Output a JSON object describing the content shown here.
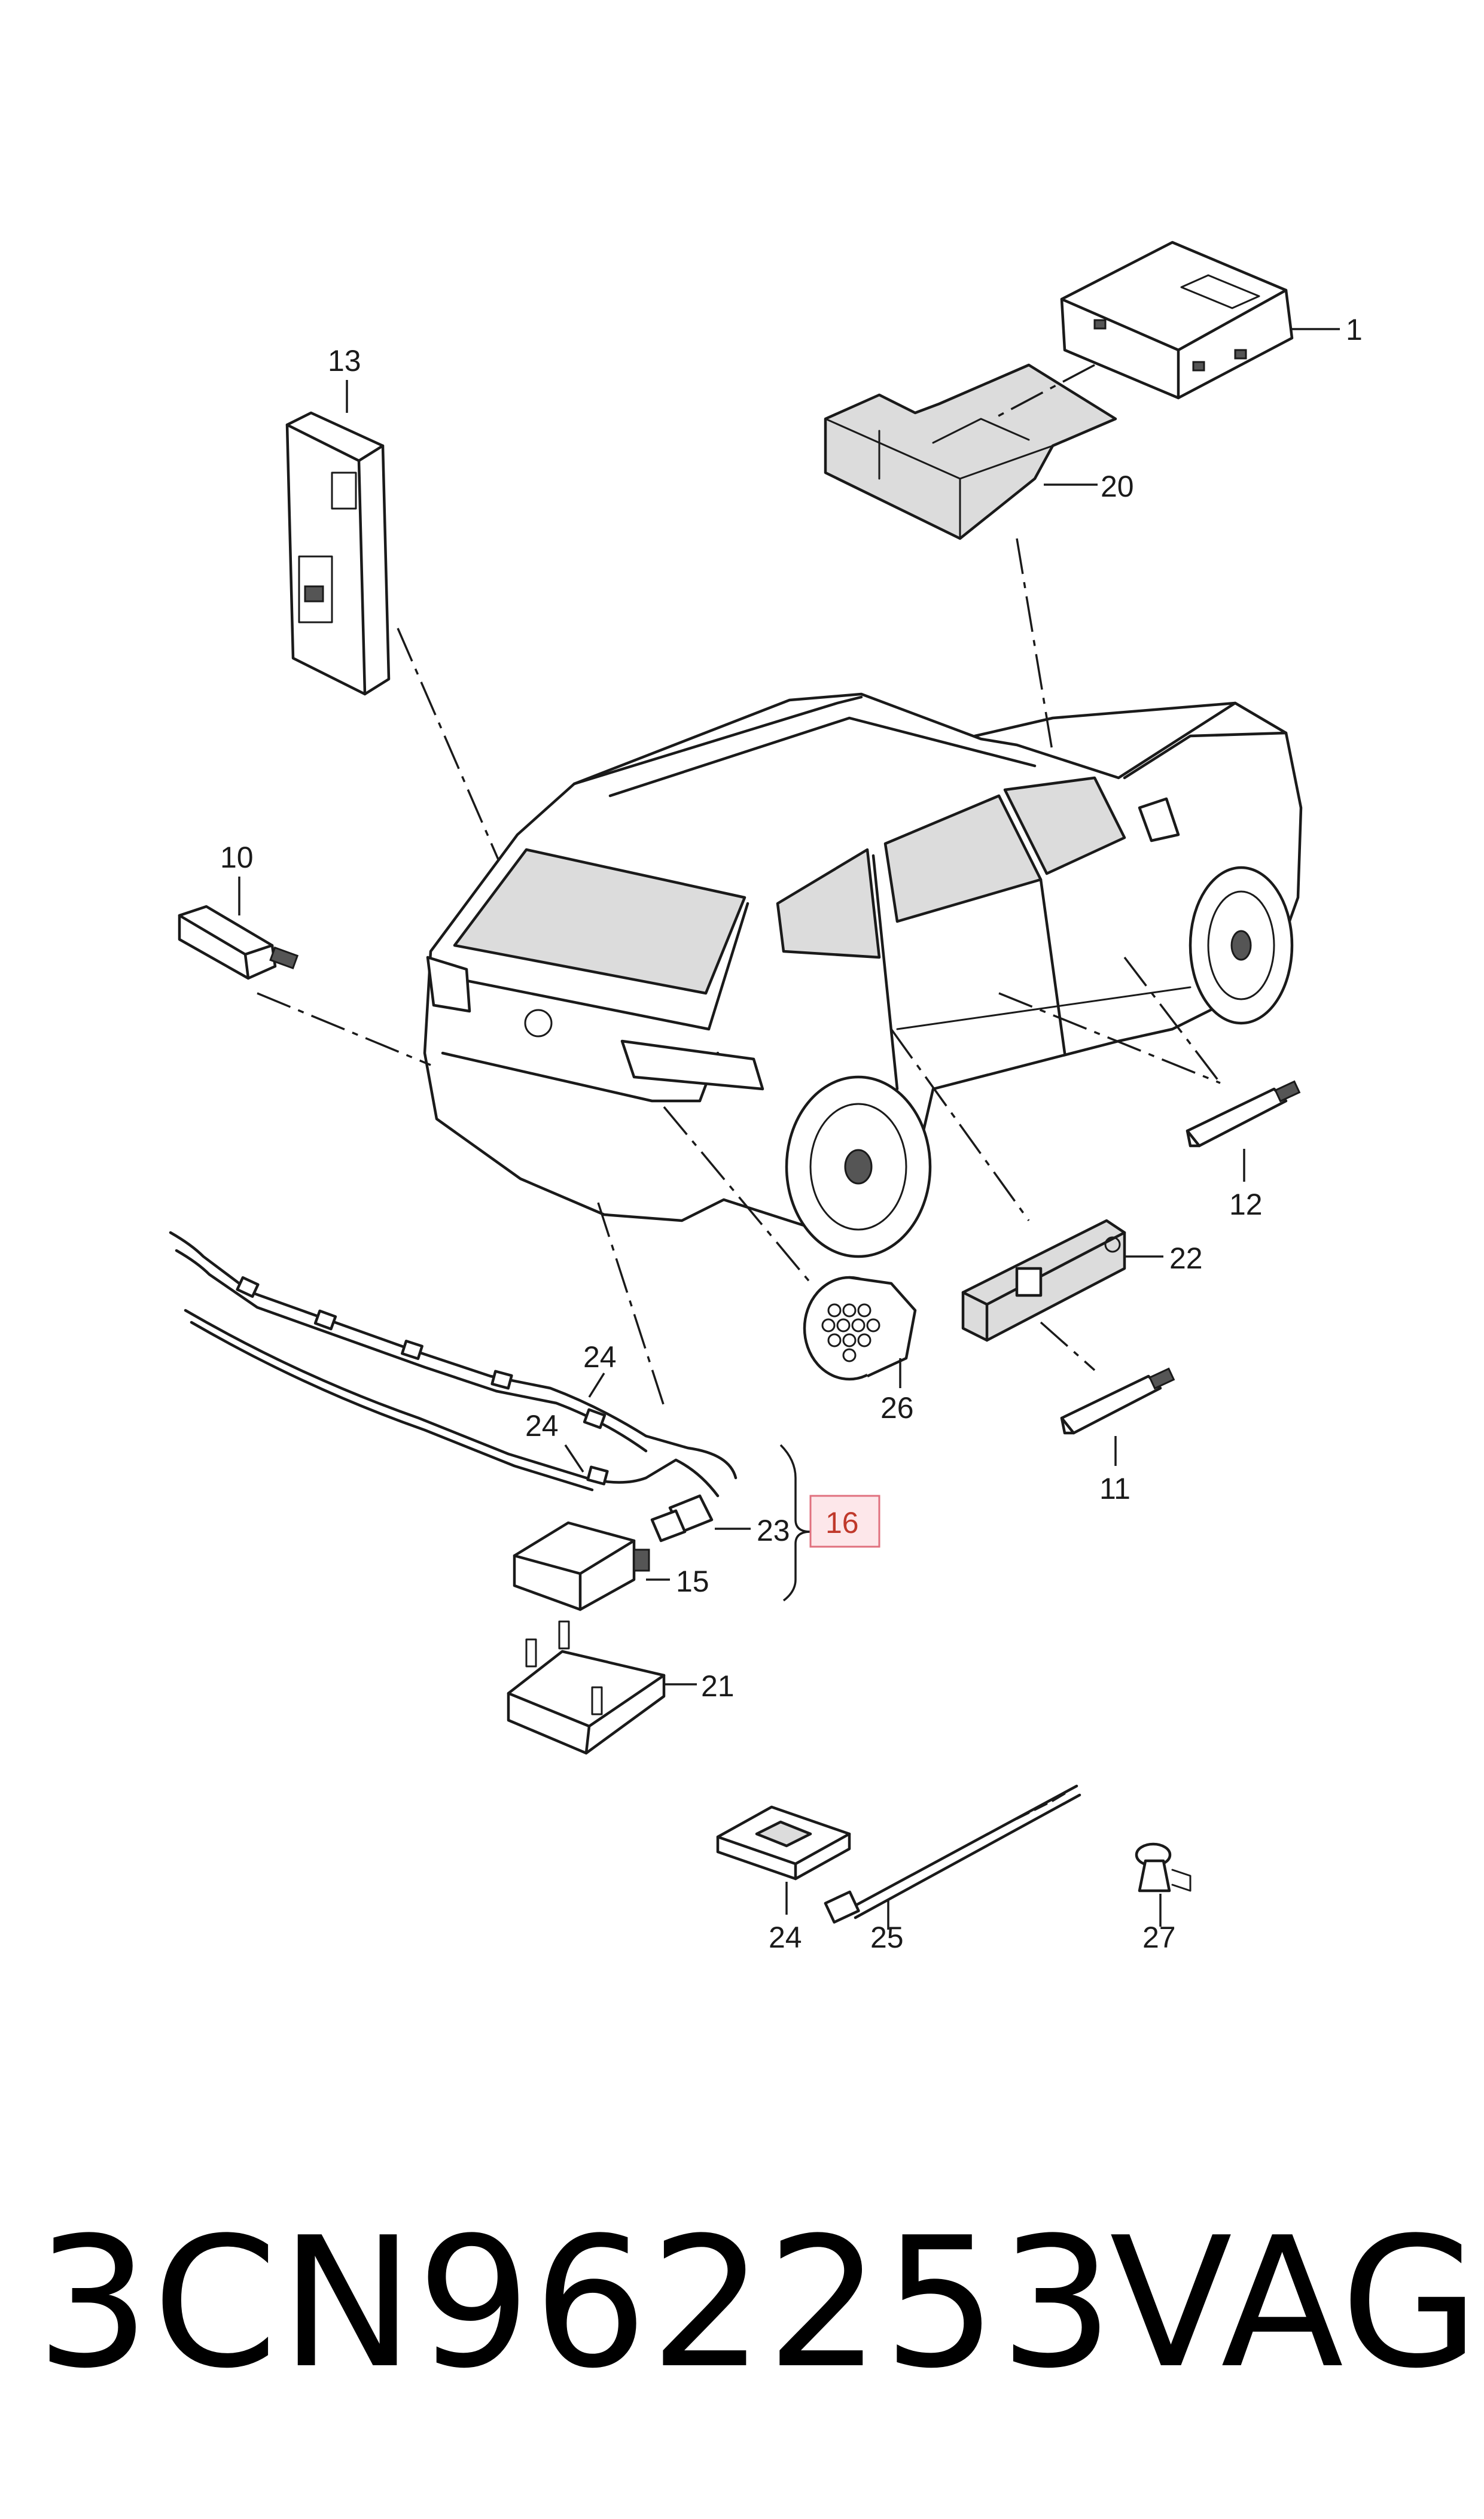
{
  "callouts": {
    "c1": "1",
    "c10": "10",
    "c11": "11",
    "c12": "12",
    "c13": "13",
    "c15": "15",
    "c16": "16",
    "c20": "20",
    "c21": "21",
    "c22": "22",
    "c23": "23",
    "c24a": "24",
    "c24b": "24",
    "c24c": "24",
    "c25": "25",
    "c26": "26",
    "c27": "27"
  },
  "highlighted_callout": "16",
  "footer": {
    "part_number": "3CN962253",
    "brand": "VAG"
  },
  "colors": {
    "line": "#1a1a1a",
    "highlight_fill": "#fde7ea",
    "highlight_stroke": "#e0707e"
  }
}
